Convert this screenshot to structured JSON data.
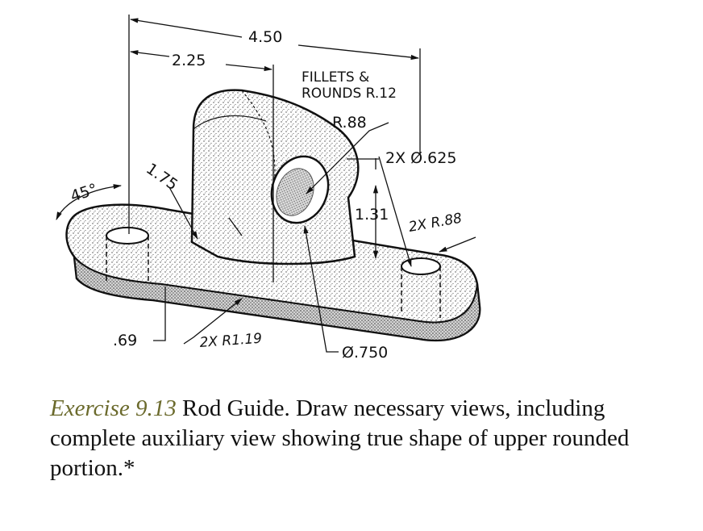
{
  "dimensions": {
    "overall_width": "4.50",
    "half_width": "2.25",
    "fillets_line1": "FILLETS &",
    "fillets_line2": "ROUNDS R.12",
    "upright_radius": "R.88",
    "holes": "2X Ø.625",
    "upright_height": "1.75",
    "angle": "45°",
    "hole_height": "1.31",
    "end_radius": "2X R.88",
    "base_thickness": ".69",
    "boss_radius": "2X R1.19",
    "bore_diameter": "Ø.750"
  },
  "caption": {
    "exercise": "Exercise 9.13",
    "title": " Rod Guide.",
    "body": " Draw necessary views, including complete auxiliary view showing true shape of upper rounded portion.*"
  },
  "colors": {
    "exercise_label": "#6b6a2c",
    "ink": "#111111"
  }
}
